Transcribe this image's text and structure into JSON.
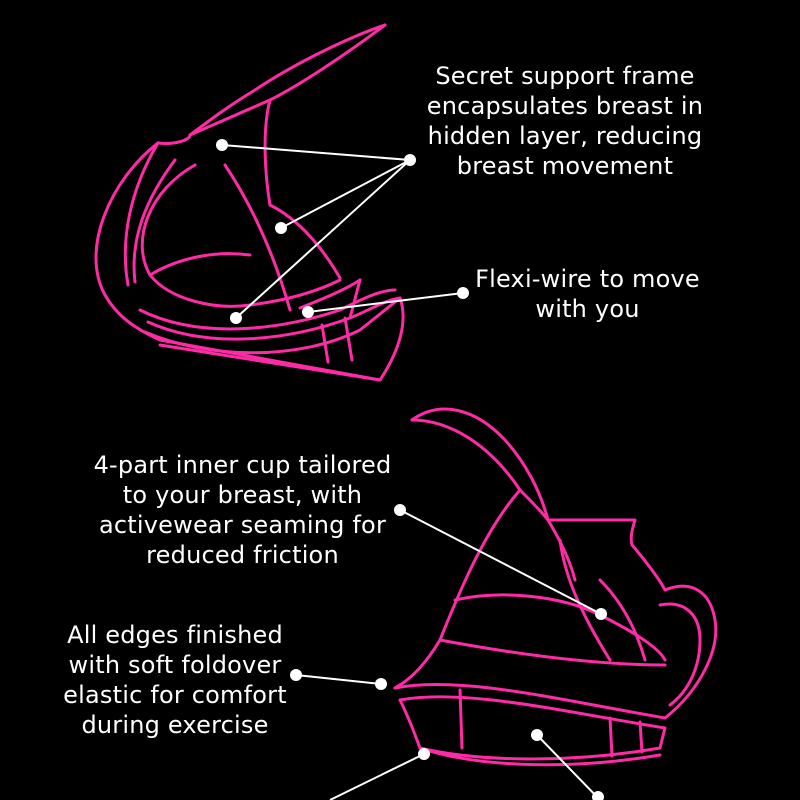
{
  "colors": {
    "background": "#000000",
    "outline": "#ff2aa6",
    "callout": "#ffffff"
  },
  "callouts": {
    "support_frame": [
      "Secret support frame",
      "encapsulates breast in",
      "hidden layer, reducing",
      "breast movement"
    ],
    "flexi_wire": [
      "Flexi-wire to move",
      "with you"
    ],
    "inner_cup": [
      "4-part inner cup tailored",
      "to your breast, with",
      "activewear seaming for",
      "reduced friction"
    ],
    "edges": [
      "All edges finished",
      "with soft foldover",
      "elastic for comfort",
      "during exercise"
    ]
  }
}
